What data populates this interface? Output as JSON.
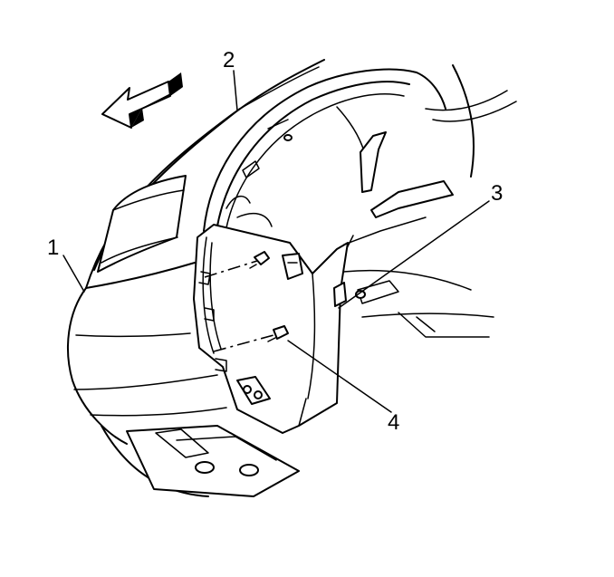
{
  "callouts": [
    {
      "id": "1",
      "text": "1"
    },
    {
      "id": "2",
      "text": "2"
    },
    {
      "id": "3",
      "text": "3"
    },
    {
      "id": "4",
      "text": "4"
    }
  ],
  "icons": [
    "direction-arrow-icon"
  ],
  "colors": {
    "line": "#000000",
    "background": "#ffffff"
  }
}
